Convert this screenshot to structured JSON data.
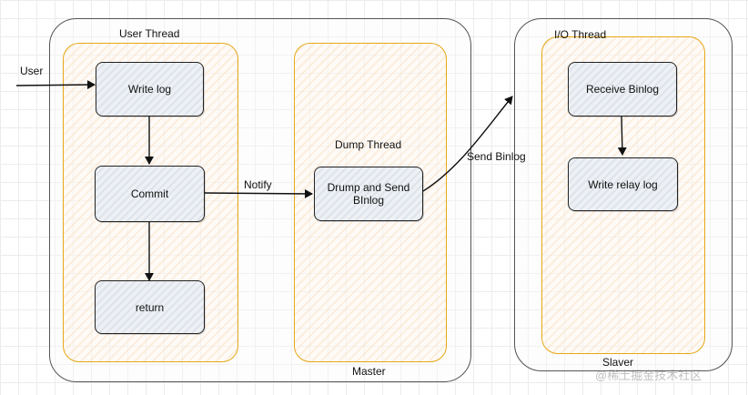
{
  "groups": {
    "master_label": "Master",
    "slaver_label": "Slaver"
  },
  "lanes": {
    "user_thread": "User Thread",
    "dump_thread": "Dump Thread",
    "io_thread": "I/O Thread"
  },
  "nodes": {
    "write_log": "Write log",
    "commit": "Commit",
    "return": "return",
    "dump_send": "Drump and Send BInlog",
    "receive_binlog": "Receive Binlog",
    "write_relay_log": "Write relay log"
  },
  "edge_labels": {
    "user": "User",
    "notify": "Notify",
    "send_binlog": "Send Binlog"
  },
  "watermark": "@稀土掘金技术社区",
  "colors": {
    "lane_border": "#e6a817",
    "outer_border": "#555555",
    "node_fill": "#e3e6ec"
  }
}
